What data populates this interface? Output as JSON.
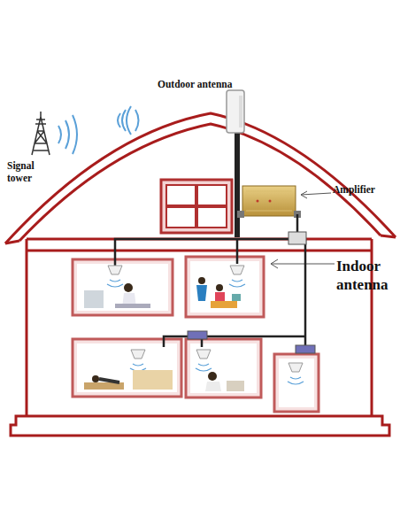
{
  "diagram": {
    "labels": [
      "Outdoor antenna",
      "Signal tower",
      "Amplifier",
      "Indoor antenna"
    ]
  }
}
